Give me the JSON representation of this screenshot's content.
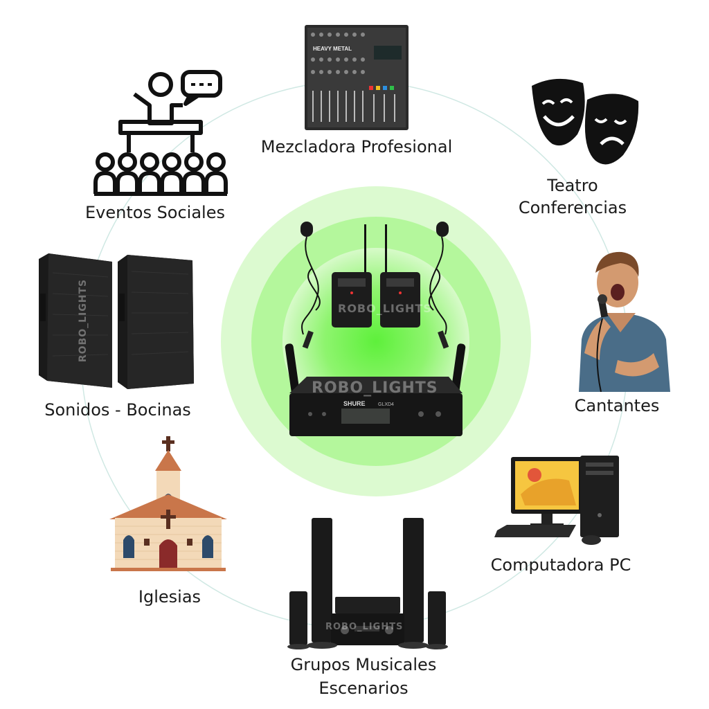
{
  "labels": {
    "mixer": "Mezcladora Profesional",
    "events": "Eventos Sociales",
    "theater_line1": "Teatro",
    "theater_line2": "Conferencias",
    "speakers": "Sonidos - Bocinas",
    "singers": "Cantantes",
    "pc": "Computadora PC",
    "churches": "Iglesias",
    "bands_line1": "Grupos Musicales",
    "bands_line2": "Escenarios"
  },
  "watermark": "ROBO_LIGHTS",
  "mixer_brand": "HEAVY METAL",
  "receiver_brand": "SHURE",
  "receiver_model": "GLXD4",
  "icons": [
    "mixer-icon",
    "audience-speaker-icon",
    "theater-masks-icon",
    "speaker-cabinets-icon",
    "singer-photo",
    "desktop-pc-icon",
    "church-icon",
    "home-theater-icon",
    "wireless-microphone-system"
  ],
  "colors": {
    "glow": "#7cf25a",
    "glow_soft": "#c8f7b5",
    "ink": "#111111",
    "church_wall": "#f3d9b8",
    "church_roof": "#c9764a"
  }
}
